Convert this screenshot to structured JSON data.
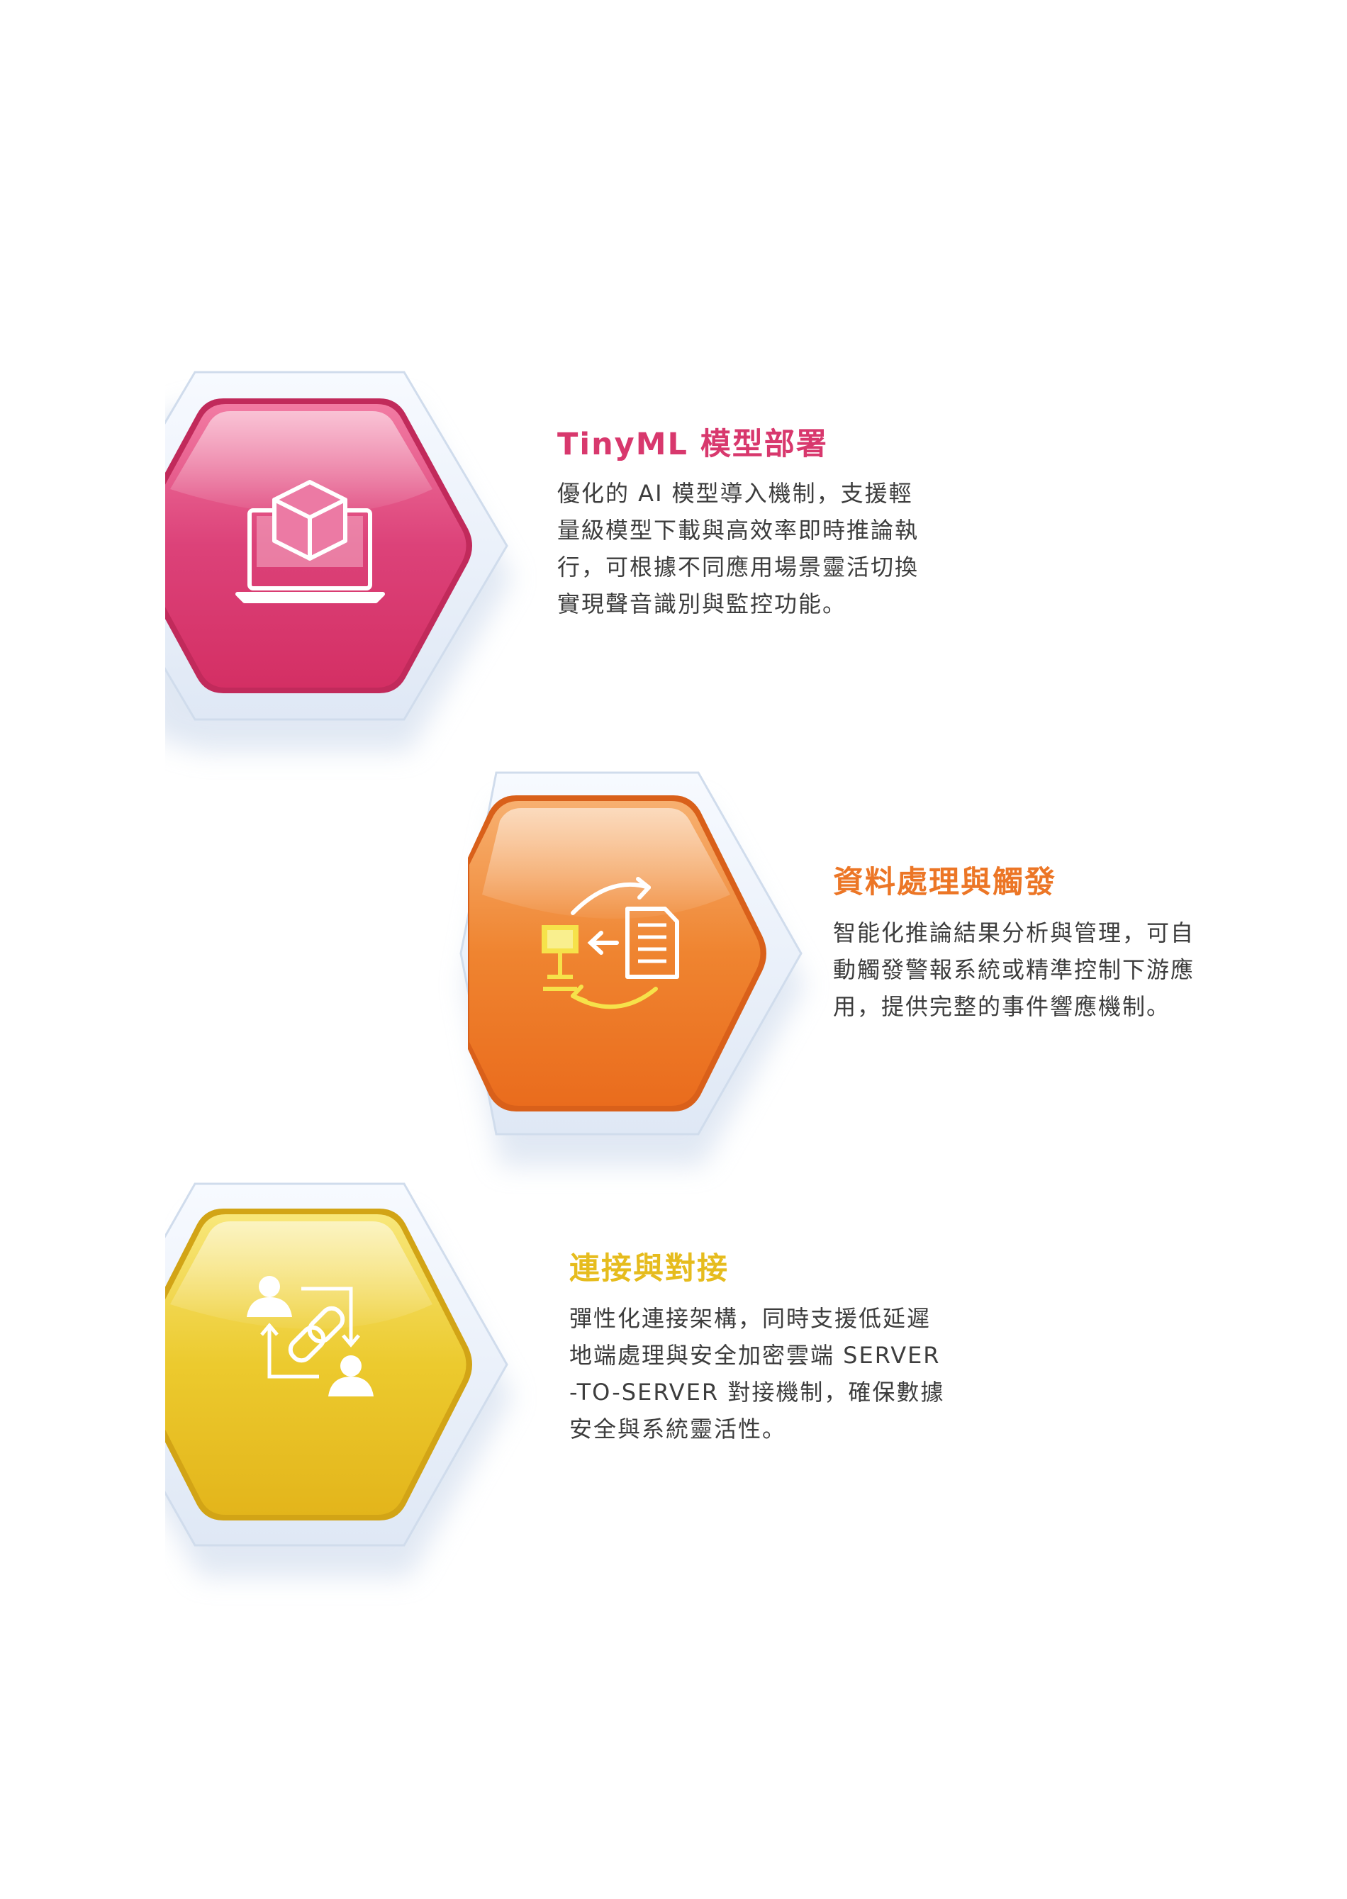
{
  "features": [
    {
      "icon": "laptop-cube-icon",
      "color": "#d8386d",
      "title": "TinyML 模型部署",
      "desc_lines": [
        "優化的 AI 模型導入機制，支援輕",
        "量級模型下載與高效率即時推論執",
        "行，可根據不同應用場景靈活切換",
        "實現聲音識別與監控功能。"
      ]
    },
    {
      "icon": "data-transfer-icon",
      "color": "#ec7626",
      "title": "資料處理與觸發",
      "desc_lines": [
        "智能化推論結果分析與管理，可自",
        "動觸發警報系統或精準控制下游應",
        "用，提供完整的事件響應機制。"
      ]
    },
    {
      "icon": "people-link-icon",
      "color": "#e6bc1e",
      "title": "連接與對接",
      "desc_lines": [
        "彈性化連接架構，同時支援低延遲",
        "地端處理與安全加密雲端 SERVER",
        "-TO-SERVER 對接機制，確保數據",
        "安全與系統靈活性。"
      ]
    }
  ]
}
